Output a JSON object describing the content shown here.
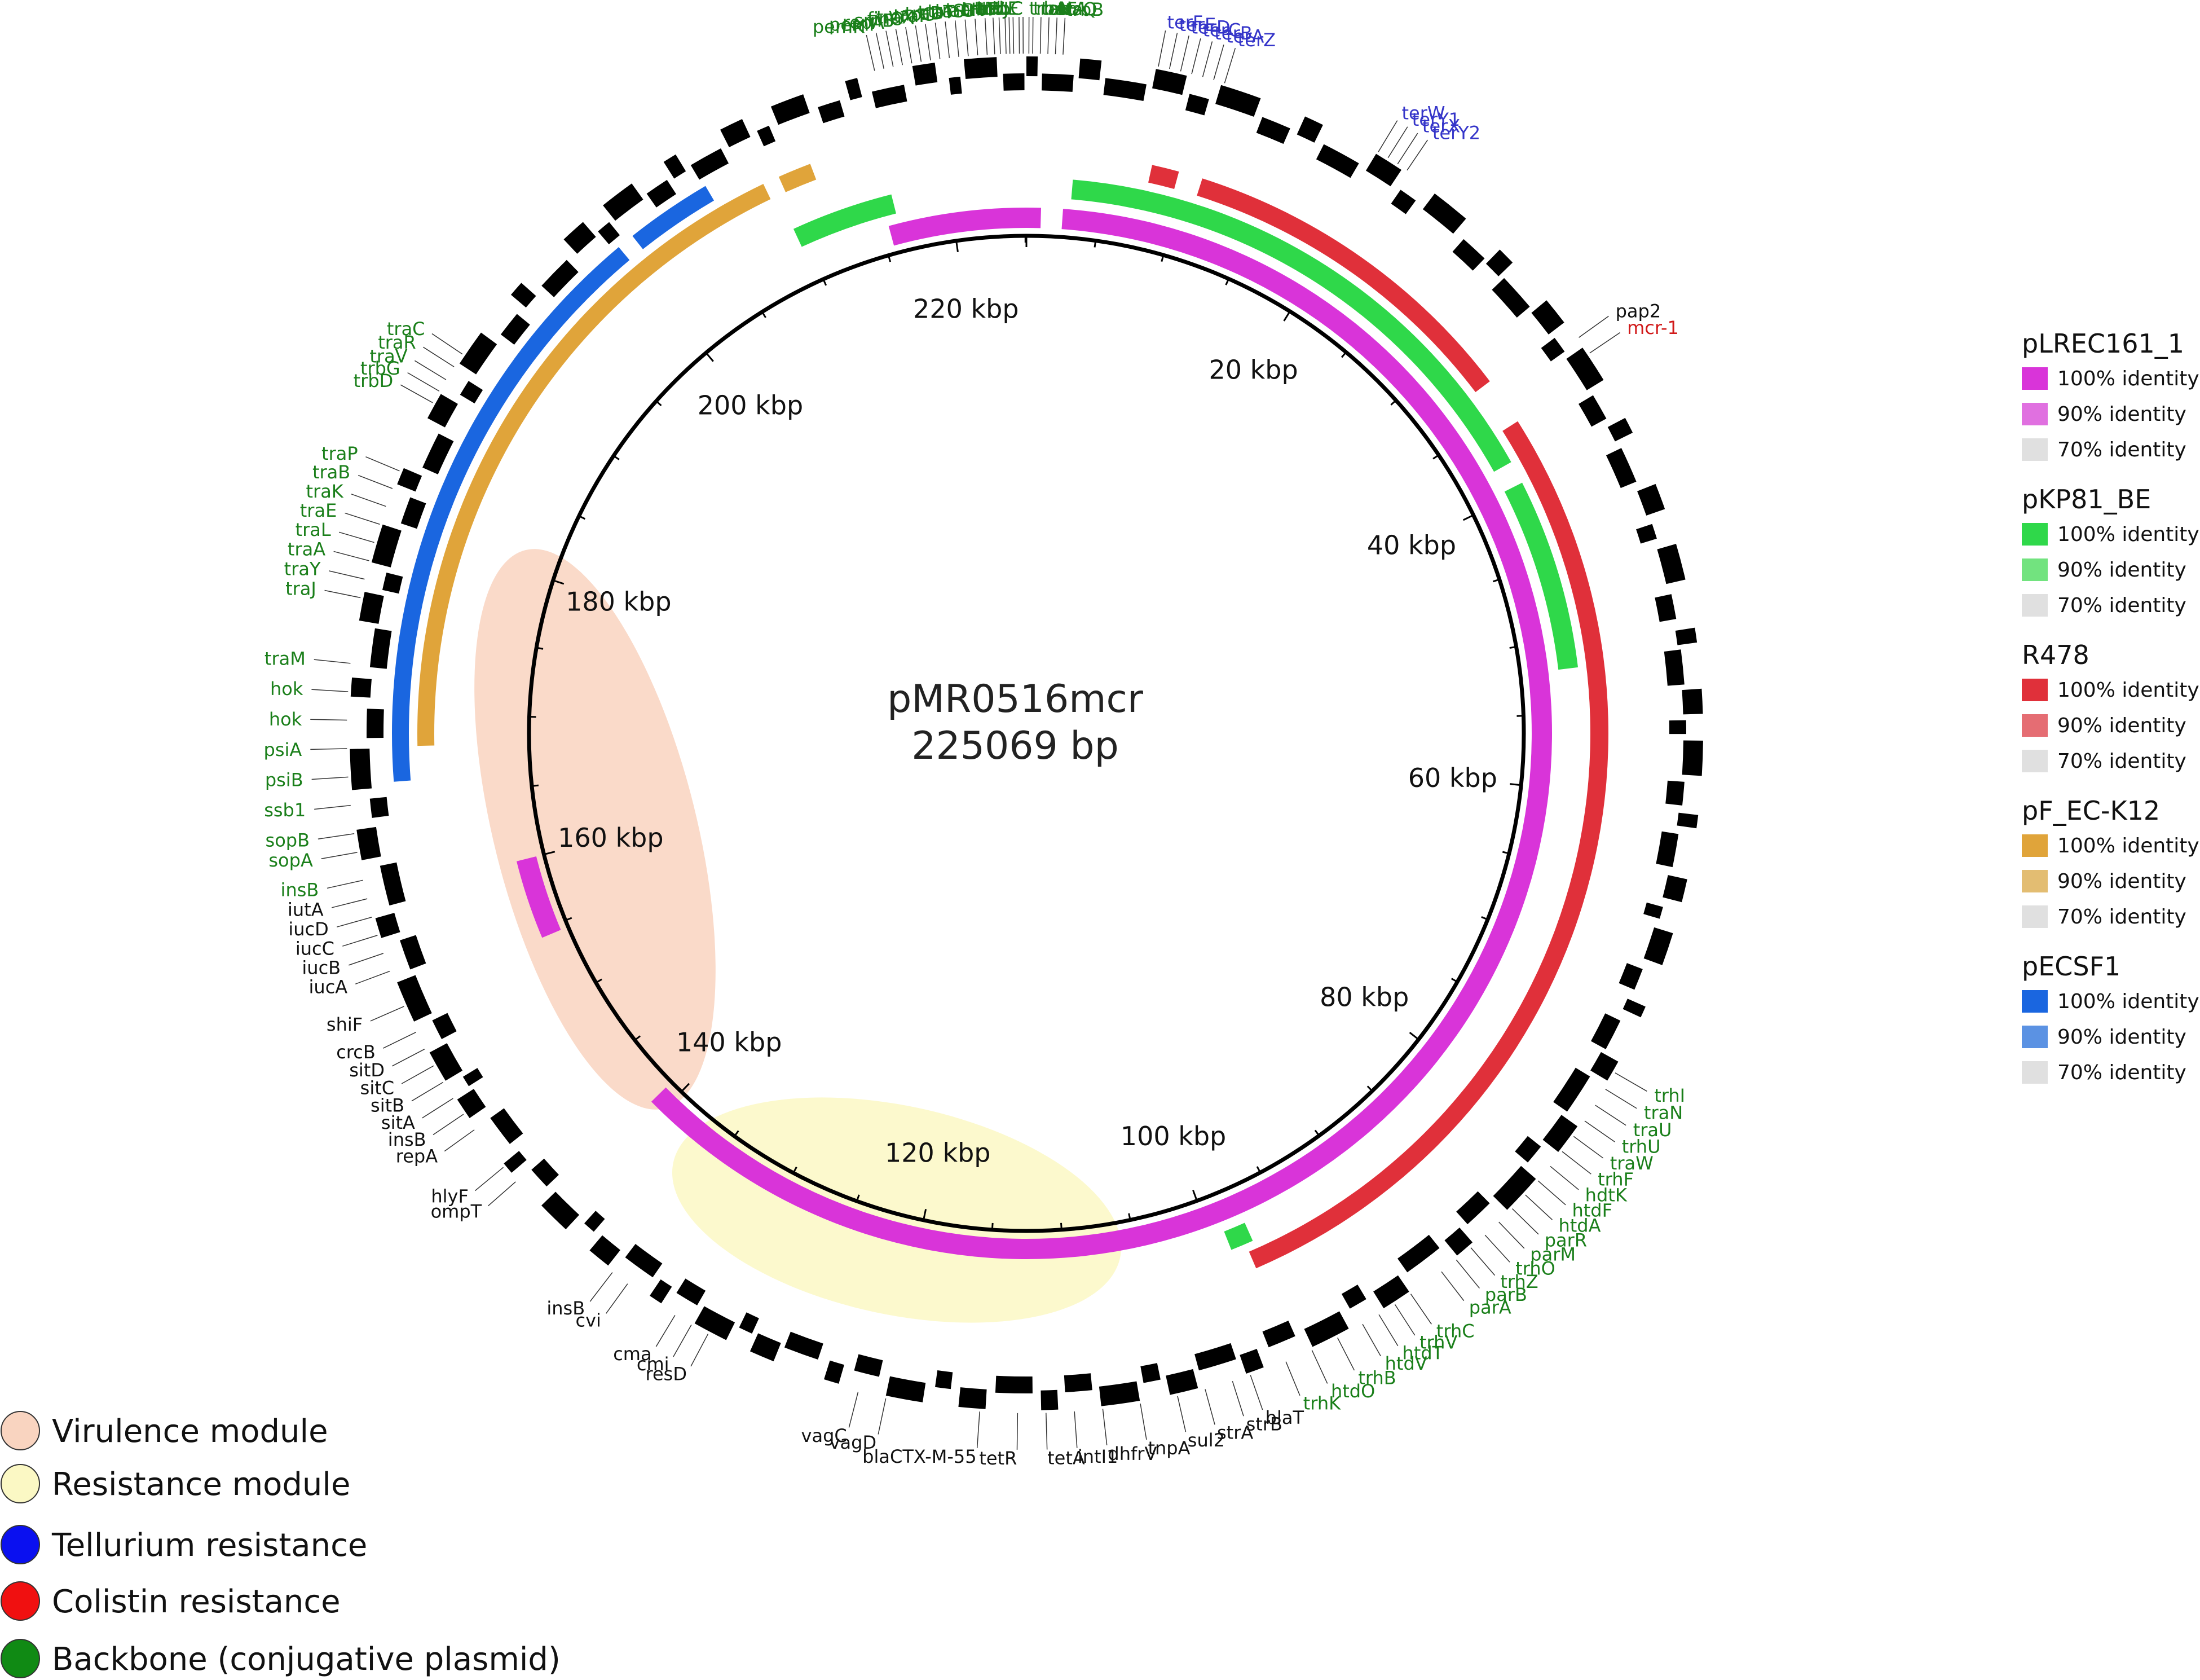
{
  "plasmid": {
    "name": "pMR0516mcr",
    "size": "225069 bp",
    "length_bp": 225069
  },
  "ticks": [
    "20 kbp",
    "40 kbp",
    "60 kbp",
    "80 kbp",
    "100 kbp",
    "120 kbp",
    "140 kbp",
    "160 kbp",
    "180 kbp",
    "200 kbp",
    "220 kbp"
  ],
  "identity_legend": [
    {
      "name": "pLREC161_1",
      "items": [
        {
          "label": "100% identity",
          "color": "#d934d9"
        },
        {
          "label": "90% identity",
          "color": "#e070e0"
        },
        {
          "label": "70% identity",
          "color": "#e0e0e0"
        }
      ]
    },
    {
      "name": "pKP81_BE",
      "items": [
        {
          "label": "100% identity",
          "color": "#2fd84a"
        },
        {
          "label": "90% identity",
          "color": "#72e37f"
        },
        {
          "label": "70% identity",
          "color": "#e0e0e0"
        }
      ]
    },
    {
      "name": "R478",
      "items": [
        {
          "label": "100% identity",
          "color": "#e0303a"
        },
        {
          "label": "90% identity",
          "color": "#e56d73"
        },
        {
          "label": "70% identity",
          "color": "#e0e0e0"
        }
      ]
    },
    {
      "name": "pF_EC-K12",
      "items": [
        {
          "label": "100% identity",
          "color": "#e0a43a"
        },
        {
          "label": "90% identity",
          "color": "#e3bd72"
        },
        {
          "label": "70% identity",
          "color": "#e0e0e0"
        }
      ]
    },
    {
      "name": "pECSF1",
      "items": [
        {
          "label": "100% identity",
          "color": "#1a66e0"
        },
        {
          "label": "90% identity",
          "color": "#5b92e3"
        },
        {
          "label": "70% identity",
          "color": "#e0e0e0"
        }
      ]
    }
  ],
  "module_legend": [
    {
      "label": "Virulence module",
      "color": "#f9d4c0"
    },
    {
      "label": "Resistance module",
      "color": "#fbf8c4"
    },
    {
      "label": "Tellurium resistance",
      "color": "#0a10f0"
    },
    {
      "label": "Colistin resistance",
      "color": "#f01010"
    },
    {
      "label": "Backbone (conjugative plasmid)",
      "color": "#108a14"
    }
  ],
  "label_colors": {
    "backbone": "#1a7f1a",
    "tellurium": "#3535c9",
    "colistin": "#d11a1a",
    "other": "#111111"
  },
  "genes": [
    {
      "name": "trbB",
      "pos": 227000,
      "cat": "backbone"
    },
    {
      "name": "traQ",
      "pos": 226600,
      "cat": "backbone"
    },
    {
      "name": "artA",
      "pos": 226200,
      "cat": "backbone"
    },
    {
      "name": "traF",
      "pos": 225800,
      "cat": "backbone"
    },
    {
      "name": "traN",
      "pos": 225400,
      "cat": "backbone"
    },
    {
      "name": "trbA",
      "pos": 225200,
      "cat": "backbone"
    },
    {
      "name": "trbC",
      "pos": 224900,
      "cat": "backbone"
    },
    {
      "name": "trbE",
      "pos": 224700,
      "cat": "backbone"
    },
    {
      "name": "traU",
      "pos": 224400,
      "cat": "backbone"
    },
    {
      "name": "trbJ",
      "pos": 224200,
      "cat": "backbone"
    },
    {
      "name": "traW",
      "pos": 224000,
      "cat": "backbone"
    },
    {
      "name": "trbF",
      "pos": 223700,
      "cat": "backbone"
    },
    {
      "name": "trbI",
      "pos": 223400,
      "cat": "backbone"
    },
    {
      "name": "traH",
      "pos": 223000,
      "cat": "backbone"
    },
    {
      "name": "traG",
      "pos": 222500,
      "cat": "backbone"
    },
    {
      "name": "traS",
      "pos": 222000,
      "cat": "backbone"
    },
    {
      "name": "traT",
      "pos": 221500,
      "cat": "backbone"
    },
    {
      "name": "traD",
      "pos": 221000,
      "cat": "backbone"
    },
    {
      "name": "vapC",
      "pos": 220500,
      "cat": "backbone"
    },
    {
      "name": "traI",
      "pos": 220000,
      "cat": "backbone"
    },
    {
      "name": "traX",
      "pos": 219500,
      "cat": "backbone"
    },
    {
      "name": "finO",
      "pos": 219000,
      "cat": "backbone"
    },
    {
      "name": "srnB",
      "pos": 218500,
      "cat": "backbone"
    },
    {
      "name": "repA",
      "pos": 218000,
      "cat": "backbone"
    },
    {
      "name": "pemI",
      "pos": 217500,
      "cat": "backbone"
    },
    {
      "name": "pemK",
      "pos": 217000,
      "cat": "backbone"
    },
    {
      "name": "terF",
      "pos": 7000,
      "cat": "tellurium"
    },
    {
      "name": "terE",
      "pos": 7600,
      "cat": "tellurium"
    },
    {
      "name": "terD",
      "pos": 8200,
      "cat": "tellurium"
    },
    {
      "name": "terC",
      "pos": 8800,
      "cat": "tellurium"
    },
    {
      "name": "terB",
      "pos": 9400,
      "cat": "tellurium"
    },
    {
      "name": "terA",
      "pos": 10000,
      "cat": "tellurium"
    },
    {
      "name": "terZ",
      "pos": 10600,
      "cat": "tellurium"
    },
    {
      "name": "terW",
      "pos": 19500,
      "cat": "tellurium"
    },
    {
      "name": "terY1",
      "pos": 20100,
      "cat": "tellurium"
    },
    {
      "name": "terX",
      "pos": 20700,
      "cat": "tellurium"
    },
    {
      "name": "terY2",
      "pos": 21300,
      "cat": "tellurium"
    },
    {
      "name": "pap2",
      "pos": 34000,
      "cat": "other"
    },
    {
      "name": "mcr-1",
      "pos": 35000,
      "cat": "colistin"
    },
    {
      "name": "trhI",
      "pos": 75000,
      "cat": "backbone"
    },
    {
      "name": "traN",
      "pos": 76000,
      "cat": "backbone"
    },
    {
      "name": "traU",
      "pos": 77000,
      "cat": "backbone"
    },
    {
      "name": "trhU",
      "pos": 78000,
      "cat": "backbone"
    },
    {
      "name": "traW",
      "pos": 79000,
      "cat": "backbone"
    },
    {
      "name": "trhF",
      "pos": 80000,
      "cat": "backbone"
    },
    {
      "name": "hdtK",
      "pos": 81000,
      "cat": "backbone"
    },
    {
      "name": "htdF",
      "pos": 82000,
      "cat": "backbone"
    },
    {
      "name": "htdA",
      "pos": 83000,
      "cat": "backbone"
    },
    {
      "name": "parR",
      "pos": 84000,
      "cat": "backbone"
    },
    {
      "name": "parM",
      "pos": 85000,
      "cat": "backbone"
    },
    {
      "name": "trhO",
      "pos": 86000,
      "cat": "backbone"
    },
    {
      "name": "trhZ",
      "pos": 87000,
      "cat": "backbone"
    },
    {
      "name": "parB",
      "pos": 88000,
      "cat": "backbone"
    },
    {
      "name": "parA",
      "pos": 89000,
      "cat": "backbone"
    },
    {
      "name": "trhC",
      "pos": 91000,
      "cat": "backbone"
    },
    {
      "name": "trhV",
      "pos": 92000,
      "cat": "backbone"
    },
    {
      "name": "htdT",
      "pos": 93000,
      "cat": "backbone"
    },
    {
      "name": "htdV",
      "pos": 94000,
      "cat": "backbone"
    },
    {
      "name": "trhB",
      "pos": 95500,
      "cat": "backbone"
    },
    {
      "name": "htdO",
      "pos": 97000,
      "cat": "backbone"
    },
    {
      "name": "trhK",
      "pos": 98500,
      "cat": "backbone"
    },
    {
      "name": "blaT",
      "pos": 100500,
      "cat": "other"
    },
    {
      "name": "strB",
      "pos": 101500,
      "cat": "other"
    },
    {
      "name": "strA",
      "pos": 103000,
      "cat": "other"
    },
    {
      "name": "sul2",
      "pos": 104500,
      "cat": "other"
    },
    {
      "name": "tnpA",
      "pos": 106500,
      "cat": "other"
    },
    {
      "name": "dhfrV",
      "pos": 108500,
      "cat": "other"
    },
    {
      "name": "intI1",
      "pos": 110000,
      "cat": "other"
    },
    {
      "name": "tetA",
      "pos": 111500,
      "cat": "other"
    },
    {
      "name": "tetR",
      "pos": 113000,
      "cat": "other"
    },
    {
      "name": "blaCTX-M-55",
      "pos": 115000,
      "cat": "other"
    },
    {
      "name": "vagD",
      "pos": 120000,
      "cat": "other"
    },
    {
      "name": "vagC",
      "pos": 121500,
      "cat": "other"
    },
    {
      "name": "resD",
      "pos": 130000,
      "cat": "other"
    },
    {
      "name": "cmi",
      "pos": 131000,
      "cat": "other"
    },
    {
      "name": "cma",
      "pos": 132000,
      "cat": "other"
    },
    {
      "name": "cvi",
      "pos": 135000,
      "cat": "other"
    },
    {
      "name": "insB",
      "pos": 136000,
      "cat": "other"
    },
    {
      "name": "ompT",
      "pos": 143000,
      "cat": "other"
    },
    {
      "name": "hlyF",
      "pos": 144000,
      "cat": "other"
    },
    {
      "name": "repA",
      "pos": 146500,
      "cat": "other"
    },
    {
      "name": "insB",
      "pos": 147500,
      "cat": "other"
    },
    {
      "name": "sitA",
      "pos": 148500,
      "cat": "other"
    },
    {
      "name": "sitB",
      "pos": 149500,
      "cat": "other"
    },
    {
      "name": "sitC",
      "pos": 150500,
      "cat": "other"
    },
    {
      "name": "sitD",
      "pos": 151500,
      "cat": "other"
    },
    {
      "name": "crcB",
      "pos": 152500,
      "cat": "other"
    },
    {
      "name": "shiF",
      "pos": 154000,
      "cat": "other"
    },
    {
      "name": "iucA",
      "pos": 156000,
      "cat": "other"
    },
    {
      "name": "iucB",
      "pos": 157000,
      "cat": "other"
    },
    {
      "name": "iucC",
      "pos": 158000,
      "cat": "other"
    },
    {
      "name": "iucD",
      "pos": 159000,
      "cat": "other"
    },
    {
      "name": "iutA",
      "pos": 160000,
      "cat": "other"
    },
    {
      "name": "insB",
      "pos": 161000,
      "cat": "backbone"
    },
    {
      "name": "sopA",
      "pos": 162500,
      "cat": "backbone"
    },
    {
      "name": "sopB",
      "pos": 163500,
      "cat": "backbone"
    },
    {
      "name": "ssb1",
      "pos": 165000,
      "cat": "backbone"
    },
    {
      "name": "psiB",
      "pos": 166500,
      "cat": "backbone"
    },
    {
      "name": "psiA",
      "pos": 168000,
      "cat": "backbone"
    },
    {
      "name": "hok",
      "pos": 169500,
      "cat": "backbone"
    },
    {
      "name": "hok",
      "pos": 171000,
      "cat": "backbone"
    },
    {
      "name": "traM",
      "pos": 172500,
      "cat": "backbone"
    },
    {
      "name": "traJ",
      "pos": 176000,
      "cat": "backbone"
    },
    {
      "name": "traY",
      "pos": 177000,
      "cat": "backbone"
    },
    {
      "name": "traA",
      "pos": 178000,
      "cat": "backbone"
    },
    {
      "name": "traL",
      "pos": 179000,
      "cat": "backbone"
    },
    {
      "name": "traE",
      "pos": 180000,
      "cat": "backbone"
    },
    {
      "name": "traK",
      "pos": 181000,
      "cat": "backbone"
    },
    {
      "name": "traB",
      "pos": 182000,
      "cat": "backbone"
    },
    {
      "name": "traP",
      "pos": 183000,
      "cat": "backbone"
    },
    {
      "name": "trbD",
      "pos": 187000,
      "cat": "backbone"
    },
    {
      "name": "trbG",
      "pos": 187700,
      "cat": "backbone"
    },
    {
      "name": "traV",
      "pos": 188400,
      "cat": "backbone"
    },
    {
      "name": "traR",
      "pos": 189200,
      "cat": "backbone"
    },
    {
      "name": "traC",
      "pos": 190000,
      "cat": "backbone"
    }
  ]
}
